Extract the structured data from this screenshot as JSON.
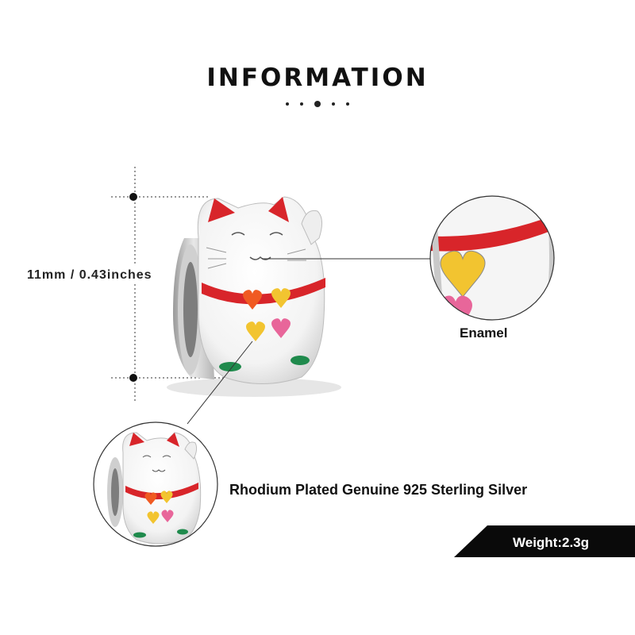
{
  "header": {
    "title": "INFORMATION"
  },
  "dimensions": {
    "label": "11mm / 0.43inches"
  },
  "callouts": {
    "enamel_label": "Enamel",
    "material_label": "Rhodium Plated Genuine 925 Sterling Silver"
  },
  "weight": {
    "label": "Weight:2.3g"
  },
  "colors": {
    "title": "#111111",
    "badge_bg": "#0a0a0a",
    "enamel_red": "#d8252a",
    "enamel_yellow": "#f2c430",
    "enamel_orange": "#f05a22",
    "enamel_pink": "#e8669a",
    "enamel_green": "#1f8a4c"
  },
  "icons": {
    "product": "lucky-cat-charm-image"
  }
}
